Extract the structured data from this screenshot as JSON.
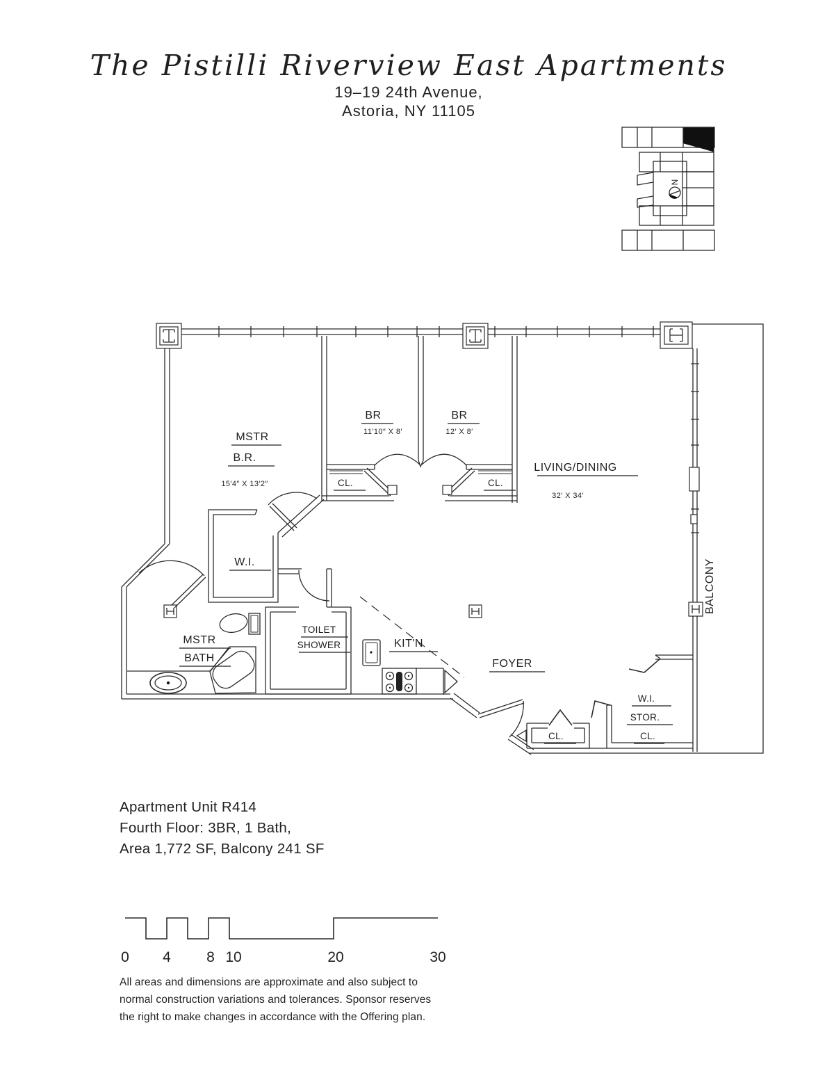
{
  "header": {
    "title": "The Pistilli Riverview East Apartments",
    "address_line1": "19–19 24th Avenue,",
    "address_line2": "Astoria, NY 11105"
  },
  "key_plan": {
    "north_label": "N"
  },
  "floor_plan": {
    "rooms": {
      "master_bedroom": {
        "label_line1": "MSTR",
        "label_line2": "B.R.",
        "dims": "15′4″ X 13′2″"
      },
      "bedroom_2": {
        "label": "BR",
        "dims": "11′10″ X 8′"
      },
      "bedroom_3": {
        "label": "BR",
        "dims": "12′ X 8′"
      },
      "living_dining": {
        "label": "LIVING/DINING",
        "dims": "32′ X 34′"
      },
      "walk_in_closet": {
        "label": "W.I."
      },
      "master_bath": {
        "label_line1": "MSTR",
        "label_line2": "BATH"
      },
      "toilet_shower": {
        "label_line1": "TOILET",
        "label_line2": "SHOWER"
      },
      "kitchen": {
        "label": "KIT'N"
      },
      "foyer": {
        "label": "FOYER"
      },
      "closet_br2": {
        "label": "CL."
      },
      "closet_br3": {
        "label": "CL."
      },
      "closet_foyer": {
        "label": "CL."
      },
      "wi_storage_closet": {
        "label_line1": "W.I.",
        "label_line2": "STOR.",
        "label_line3": "CL."
      },
      "balcony": {
        "label": "BALCONY"
      }
    }
  },
  "unit_info": {
    "line1": "Apartment Unit R414",
    "line2": "Fourth Floor: 3BR, 1 Bath,",
    "line3": "Area 1,772 SF, Balcony 241 SF"
  },
  "scale_bar": {
    "labels": [
      "0",
      "4",
      "8",
      "10",
      "20",
      "30"
    ]
  },
  "disclaimer": {
    "line1": "All areas and dimensions are approximate and also subject to",
    "line2": "normal construction variations and tolerances. Sponsor reserves",
    "line3": "the right to make changes in accordance with the Offering plan."
  }
}
